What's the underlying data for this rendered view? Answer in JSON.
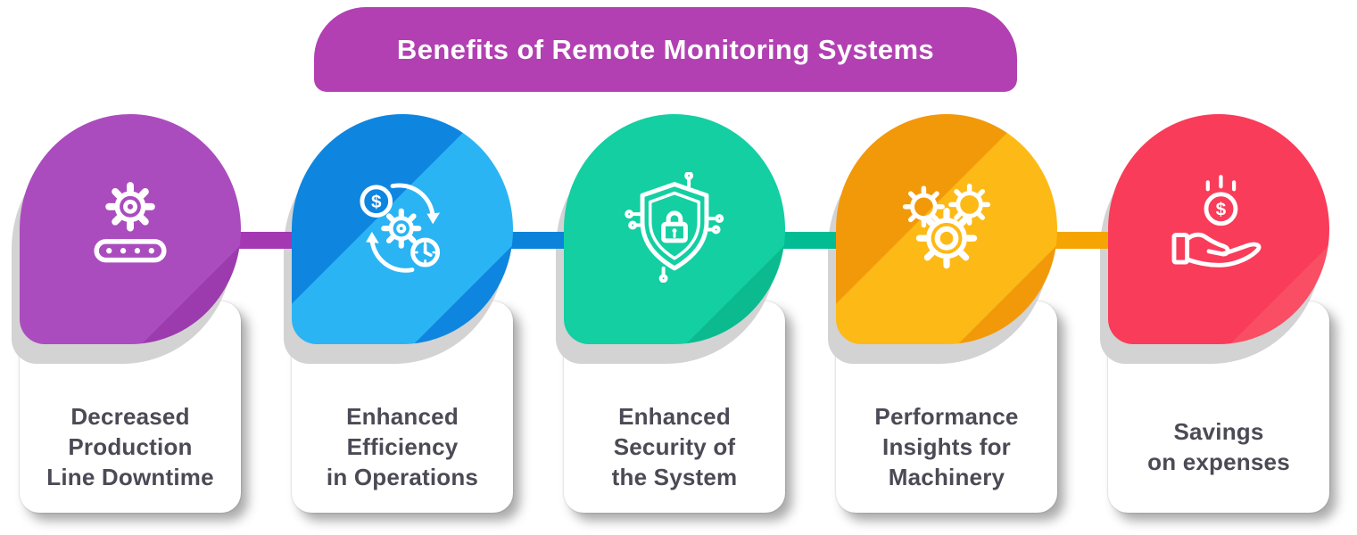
{
  "title": {
    "label": "Benefits of Remote Monitoring Systems"
  },
  "colors": {
    "banner": "#b240b2",
    "text": "#4b4a55",
    "shadow_shape": "#d3d3d3",
    "card_background": "#ffffff",
    "icon_stroke": "#ffffff"
  },
  "cards": [
    {
      "id": "decreased-downtime",
      "icon": "gear-conveyor-icon",
      "lines": [
        "Decreased",
        "Production",
        "Line Downtime"
      ],
      "palette": {
        "light": "#b968c8",
        "stripe": "#aa4cbe",
        "main": "#aa4cbe",
        "dark": "#9c3bae",
        "connector": "#a438b2"
      }
    },
    {
      "id": "enhanced-efficiency",
      "icon": "efficiency-cycle-icon",
      "lines": [
        "Enhanced",
        "Efficiency",
        "in Operations"
      ],
      "palette": {
        "light": "#2fb2f3",
        "stripe": "#0e86e0",
        "main": "#2ab4f4",
        "dark": "#0e86e0",
        "connector": "#0c83da"
      }
    },
    {
      "id": "enhanced-security",
      "icon": "shield-lock-icon",
      "lines": [
        "Enhanced",
        "Security of",
        "the System"
      ],
      "palette": {
        "light": "#0fc89a",
        "stripe": "#13cfa2",
        "main": "#13cfa2",
        "dark": "#0bbb8f",
        "connector": "#02bd93"
      }
    },
    {
      "id": "performance-insights",
      "icon": "machinery-gears-icon",
      "lines": [
        "Performance",
        "Insights for",
        "Machinery"
      ],
      "palette": {
        "light": "#fcae0e",
        "stripe": "#f2990a",
        "main": "#fdb916",
        "dark": "#f2990a",
        "connector": "#f5a402"
      }
    },
    {
      "id": "savings-on-expenses",
      "icon": "hand-coin-icon",
      "lines": [
        "Savings",
        "on expenses"
      ],
      "palette": {
        "light": "#fa5e75",
        "stripe": "#f93c59",
        "main": "#f93c59",
        "dark": "#f94e64",
        "connector": null
      }
    }
  ]
}
